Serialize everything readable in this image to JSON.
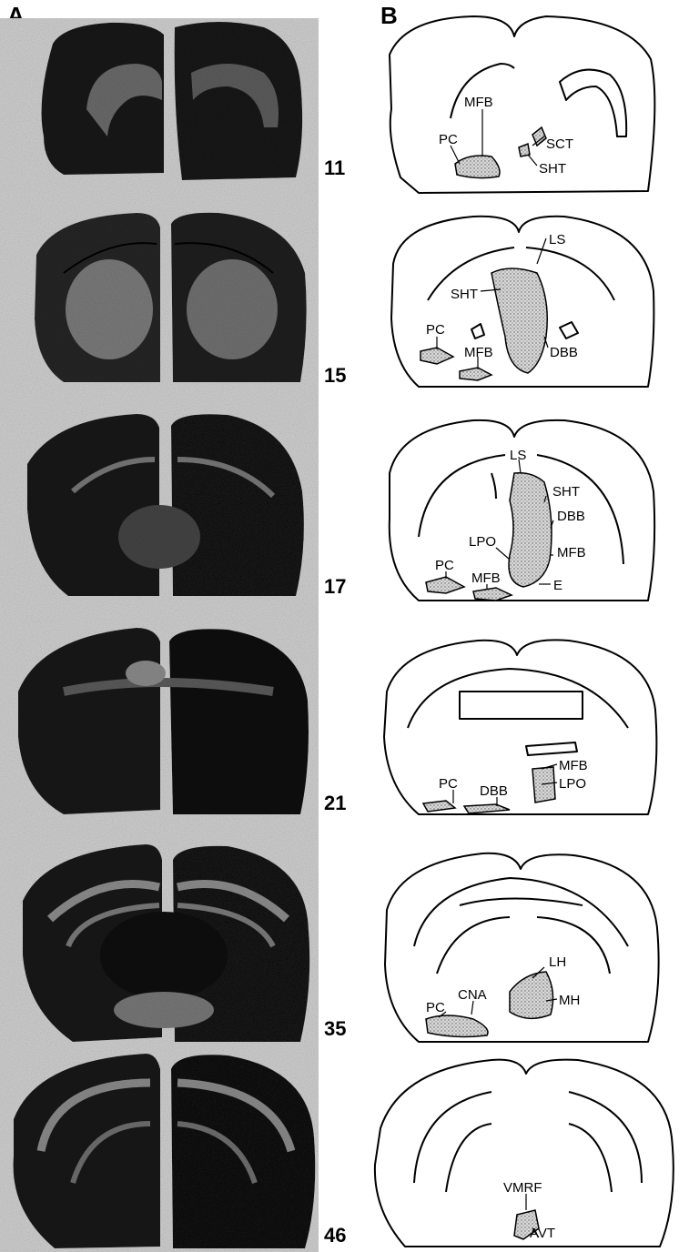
{
  "panels": {
    "a": {
      "letter": "A"
    },
    "b": {
      "letter": "B"
    }
  },
  "sections": [
    {
      "number": "11",
      "labels": [
        "MFB",
        "PC",
        "SCT",
        "SHT"
      ]
    },
    {
      "number": "15",
      "labels": [
        "LS",
        "SHT",
        "PC",
        "MFB",
        "DBB"
      ]
    },
    {
      "number": "17",
      "labels": [
        "LS",
        "SHT",
        "DBB",
        "LPO",
        "MFB",
        "PC",
        "MFB",
        "E"
      ]
    },
    {
      "number": "21",
      "labels": [
        "MFB",
        "PC",
        "DBB",
        "LPO"
      ]
    },
    {
      "number": "35",
      "labels": [
        "LH",
        "CNA",
        "PC",
        "MH"
      ]
    },
    {
      "number": "46",
      "labels": [
        "VMRF",
        "AVT"
      ]
    }
  ]
}
